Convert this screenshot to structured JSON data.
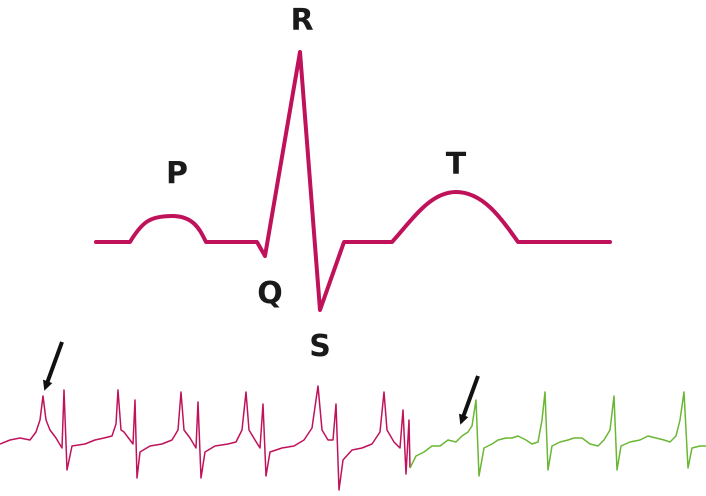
{
  "diagram": {
    "labels": {
      "p": "P",
      "q": "Q",
      "r": "R",
      "s": "S",
      "t": "T"
    },
    "colors": {
      "main_wave": "#c0125a",
      "trace_normal": "#c0125a",
      "trace_abnormal": "#6ab733",
      "arrow": "#111111"
    },
    "icons": {
      "arrow_left": "arrow-icon",
      "arrow_right": "arrow-icon"
    }
  }
}
